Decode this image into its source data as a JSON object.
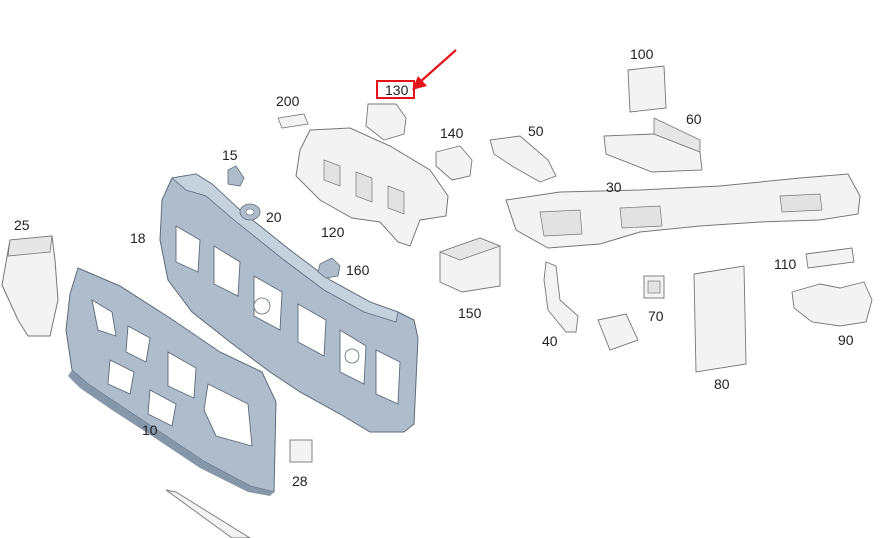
{
  "highlight": {
    "part": "130",
    "color": "#e3121b"
  },
  "colors": {
    "part_fill": "#aebccb",
    "part_shade": "#8797aa",
    "part_stroke": "#5d6b7c",
    "panel_fill": "#f3f3f3",
    "panel_stroke": "#777777",
    "label": "#222222"
  },
  "labels": {
    "l10": "10",
    "l15": "15",
    "l18": "18",
    "l20": "20",
    "l25": "25",
    "l28": "28",
    "l30": "30",
    "l40": "40",
    "l50": "50",
    "l60": "60",
    "l70": "70",
    "l80": "80",
    "l90": "90",
    "l100": "100",
    "l110": "110",
    "l120": "120",
    "l130": "130",
    "l140": "140",
    "l150": "150",
    "l160": "160",
    "l200": "200"
  }
}
